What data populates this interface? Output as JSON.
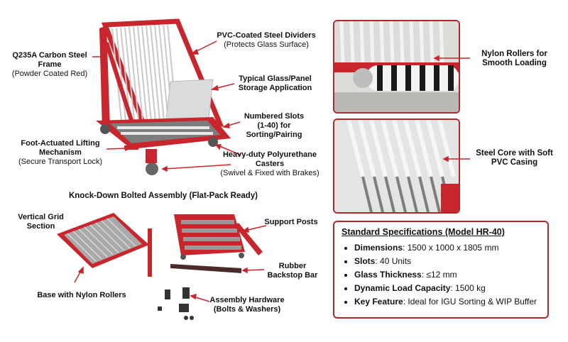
{
  "labels": {
    "frame": {
      "title": "Q235A Carbon Steel Frame",
      "sub": "(Powder Coated Red)"
    },
    "dividers": {
      "title": "PVC-Coated Steel Dividers",
      "sub": "(Protects Glass Surface)"
    },
    "storage": {
      "title": "Typical Glass/Panel Storage Application"
    },
    "slots": {
      "title": "Numbered Slots (1-40) for Sorting/Pairing"
    },
    "lifting": {
      "title": "Foot-Actuated Lifting Mechanism",
      "sub": "(Secure Transport Lock)"
    },
    "casters": {
      "title": "Heavy-duty Polyurethane Casters",
      "sub": "(Swivel & Fixed with Brakes)"
    },
    "knockdown": {
      "title": "Knock-Down Bolted Assembly (Flat-Pack Ready)"
    },
    "vertical_grid": {
      "title": "Vertical Grid Section"
    },
    "support_posts": {
      "title": "Support Posts"
    },
    "backstop": {
      "title": "Rubber Backstop Bar"
    },
    "base_rollers": {
      "title": "Base with Nylon Rollers"
    },
    "hardware": {
      "title": "Assembly Hardware",
      "sub": "(Bolts & Washers)"
    },
    "nylon_rollers": {
      "title": "Nylon Rollers for Smooth Loading"
    },
    "steel_core": {
      "title": "Steel Core with Soft PVC Casing"
    }
  },
  "specs": {
    "title": "Standard Specifications",
    "model": "(Model HR-40)",
    "items": [
      {
        "key": "Dimensions",
        "value": "1500 x 1000 x 1805 mm"
      },
      {
        "key": "Slots",
        "value": "40 Units"
      },
      {
        "key": "Glass Thickness",
        "value": "≤12 mm"
      },
      {
        "key": "Dynamic Load Capacity",
        "value": "1500 kg"
      },
      {
        "key": "Key Feature",
        "value": "Ideal for IGU Sorting & WIP Buffer"
      }
    ]
  },
  "colors": {
    "frame_red": "#c8252c",
    "accent_border": "#b3262a",
    "rod_white": "#f2f2f2",
    "rod_steel": "#8c8c8c"
  }
}
